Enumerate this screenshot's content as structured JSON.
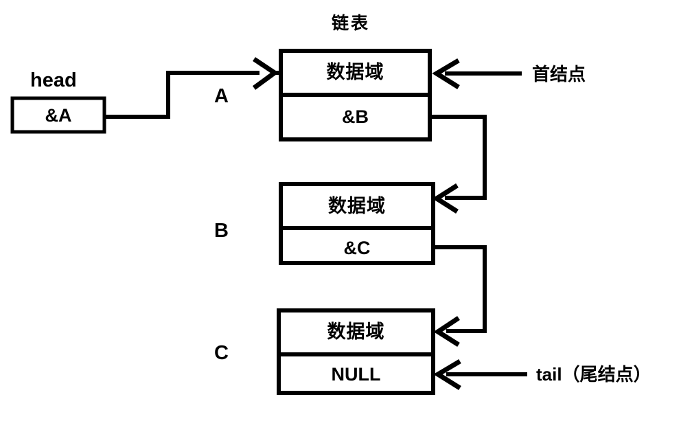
{
  "diagram": {
    "title": "链表",
    "head": {
      "label": "head",
      "value": "&A"
    },
    "nodes": [
      {
        "letter": "A",
        "data_field": "数据域",
        "pointer": "&B"
      },
      {
        "letter": "B",
        "data_field": "数据域",
        "pointer": "&C"
      },
      {
        "letter": "C",
        "data_field": "数据域",
        "pointer": "NULL"
      }
    ],
    "annotations": [
      {
        "name": "head-node-annotation",
        "text": "首结点"
      },
      {
        "name": "tail-node-annotation",
        "text": "tail（尾结点）"
      }
    ],
    "colors": {
      "stroke": "#000000",
      "background": "#ffffff"
    }
  }
}
